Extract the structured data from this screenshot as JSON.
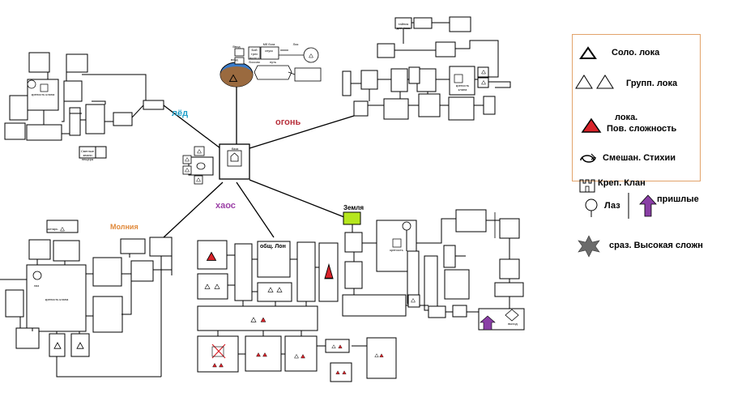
{
  "regions": {
    "ice": "лёд",
    "fire": "огонь",
    "chaos": "хаос",
    "lightning": "Молния",
    "earth": "Земля"
  },
  "colors": {
    "ice": "#1f9fc9",
    "fire": "#b8313d",
    "chaos": "#9b3fa6",
    "lightning": "#e0893a",
    "earth_fill": "#b5e61d",
    "difficult": "#d8232a",
    "arrival": "#8a3fa6",
    "boss": "#6b6b6b",
    "orb_blue": "#3a7bc8",
    "orb_brown": "#9a6a3f",
    "legend_border": "#e2a36b"
  },
  "boxes": {
    "general_lon": "общ. Лон"
  },
  "tiny": {
    "center": "база",
    "ice_castle": "крепость клана",
    "ice_note": "Светлые земли пещера",
    "lightning_castle": "крепость клана",
    "lightning_small": "алтарь",
    "lightning_hole": "лаз",
    "earth_castle": "крепость",
    "fire_castle": "крепость клана",
    "fire_small": "тайник для лаза",
    "top_a": "Ввод",
    "top_b": "вход",
    "top_c": "Бой трех волн с боссом",
    "top_d": "Лаз",
    "top_e": "Мб бога",
    "top_f": "путь",
    "top_g": "спуск",
    "earth_small": "выход"
  },
  "legend": {
    "solo": "Соло. лока",
    "group": "Групп. лока",
    "hard_line1": "лока.",
    "hard_line2": "Пов. сложность",
    "mixed": "Смешан. Стихии",
    "clan": "Креп. Клан",
    "hole": "Лаз",
    "arrival": "пришлые",
    "boss": "сраз. Высокая  сложн"
  }
}
